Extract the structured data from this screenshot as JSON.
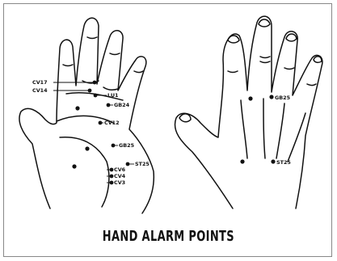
{
  "caption": "HAND ALARM POINTS",
  "palm_labels": {
    "cv17": "CV17",
    "cv14": "CV14",
    "lu1": "LU1",
    "gb24": "GB24",
    "cv12": "CV12",
    "gb25": "GB25",
    "st25": "ST25",
    "cv6": "CV6",
    "cv4": "CV4",
    "cv3": "CV3"
  },
  "back_labels": {
    "gb25": "GB25",
    "st25": "ST25"
  },
  "colors": {
    "ink": "#111111",
    "background": "#ffffff",
    "frame": "#888888"
  }
}
